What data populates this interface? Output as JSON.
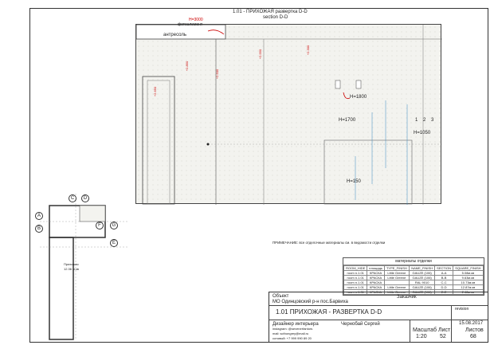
{
  "sheet": {
    "header_title": "1.01 - ПРИХОЖАЯ развертка D-D",
    "section_label": "section D-D"
  },
  "elevation": {
    "label_h3000": "H=3000",
    "label_photo": "фотоэлемент",
    "label_antresol": "антресоль",
    "dims": [
      "+2.850",
      "+2.500",
      "+2.650",
      "+2.300",
      "+2.550"
    ],
    "height_marks": [
      "H=1800",
      "H=1700",
      "H=1050",
      "H=150"
    ],
    "sockets": [
      "1",
      "2",
      "3"
    ]
  },
  "note": "ПРИМЕЧАНИЕ: все отделочные материалы см. в ведомости отделки",
  "materials": {
    "title": "материалы отделки",
    "headers": [
      "ROOM_HIDE",
      "площадь",
      "TYPE_FINISH",
      "NAME_FINISH",
      "SECTION",
      "SQUARE_FINISH"
    ],
    "rows": [
      [
        "room n.1.01",
        "КРАСКА",
        "Little Greene",
        "GAUZE (106)",
        "A-A",
        "5.08м.кв"
      ],
      [
        "room n.1.01",
        "КРАСКА",
        "Little Greene",
        "GAUZE (106)",
        "B-B",
        "9.63м.кв"
      ],
      [
        "room n.1.01",
        "КРАСКА",
        "",
        "RAL 9010",
        "C-C",
        "10.73м.кв"
      ],
      [
        "room n.1.01",
        "КРАСКА",
        "Little Greene",
        "GAUZE (106)",
        "D-D",
        "12.87м.кв"
      ],
      [
        "room n.1.01",
        "КРАСКА",
        "Little Greene",
        "GAUZE (106)",
        "E-E",
        "2.48м.кв"
      ]
    ]
  },
  "stamp": {
    "object_label": "Объект",
    "object_value": "МО Одинцовский р-н пос.Барвиха",
    "client_label": "Заказчик",
    "revision_label": "revision",
    "sheet_title": "1.01 ПРИХОЖАЯ - РАЗВЕРТКА D-D",
    "date": "15.08.2017",
    "designer_label": "Дизайнер интерьера",
    "designer_name": "Чернобай Сергей",
    "instagram": "instagram: @sevenerfantors",
    "mail": "mail: scthongrey@mail.ru",
    "phone": "сотовый: +7 999 990 89 20",
    "scale_label": "Масштаб",
    "scale_value": "1:20",
    "sheet_label": "Лист",
    "sheet_value": "52",
    "sheets_label": "Листов",
    "sheets_value": "68"
  },
  "plan": {
    "markers": [
      "A",
      "B",
      "C",
      "D",
      "E",
      "F",
      "G"
    ],
    "room_label": "Прихожая",
    "room_area": "12.36 м.кв"
  }
}
